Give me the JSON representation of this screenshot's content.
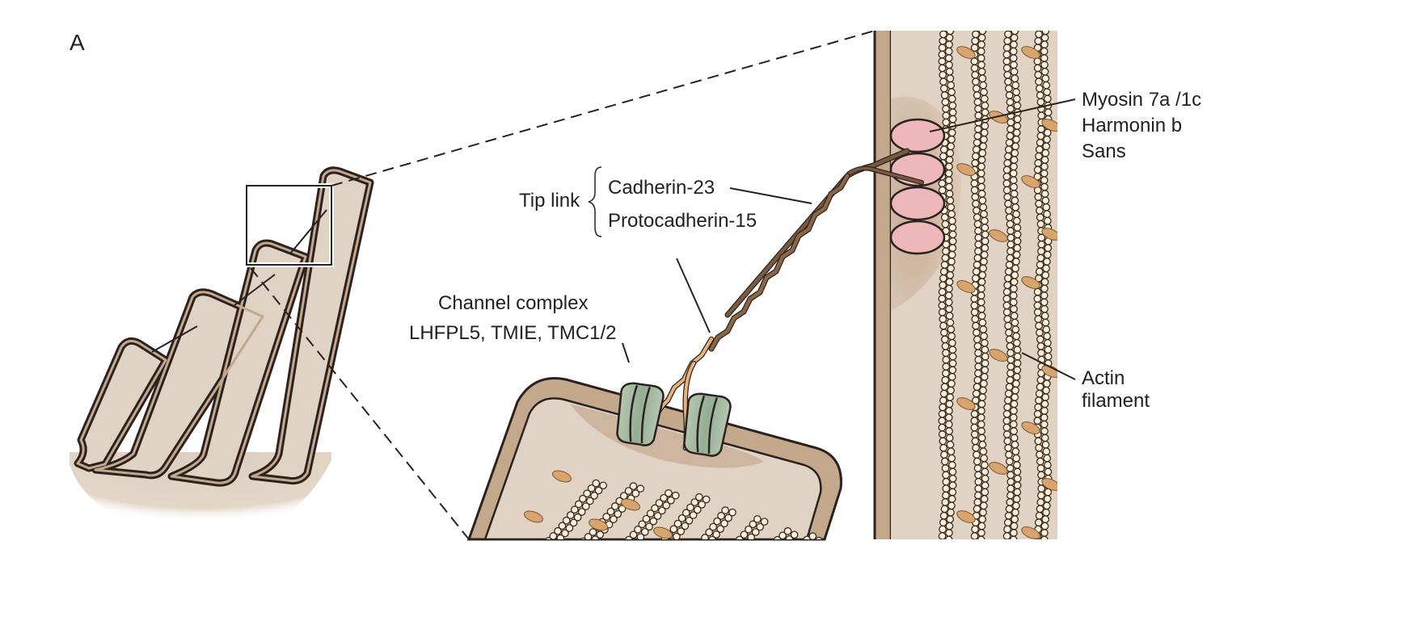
{
  "figure": {
    "panel_label": "A",
    "title": "Hair bundle tip link and mechanotransduction complex"
  },
  "labels": {
    "tip_link": "Tip link",
    "cadherin": "Cadherin-23",
    "protocadherin": "Protocadherin-15",
    "channel_line1": "Channel complex",
    "channel_line2": "LHFPL5, TMIE, TMC1/2",
    "myosin_line1": "Myosin 7a /1c",
    "myosin_line2": "Harmonin b",
    "myosin_line3": "Sans",
    "actin_line1": "Actin",
    "actin_line2": "filament"
  },
  "colors": {
    "cytoplasm": "#e0d3c4",
    "membrane": "#c4a88c",
    "outline": "#2b2220",
    "density": "#c9ae96",
    "myosin_pink": "#eeb8ba",
    "channel_green": "#a9bea6",
    "channel_green_dark": "#8fa88c",
    "cadherin_brown": "#7a5a3c",
    "protocadherin_tan": "#e8b07a",
    "actin_bead": "#fbf1dc",
    "crosslinker": "#d9a46c",
    "cell_base": "#e3d6c6"
  }
}
